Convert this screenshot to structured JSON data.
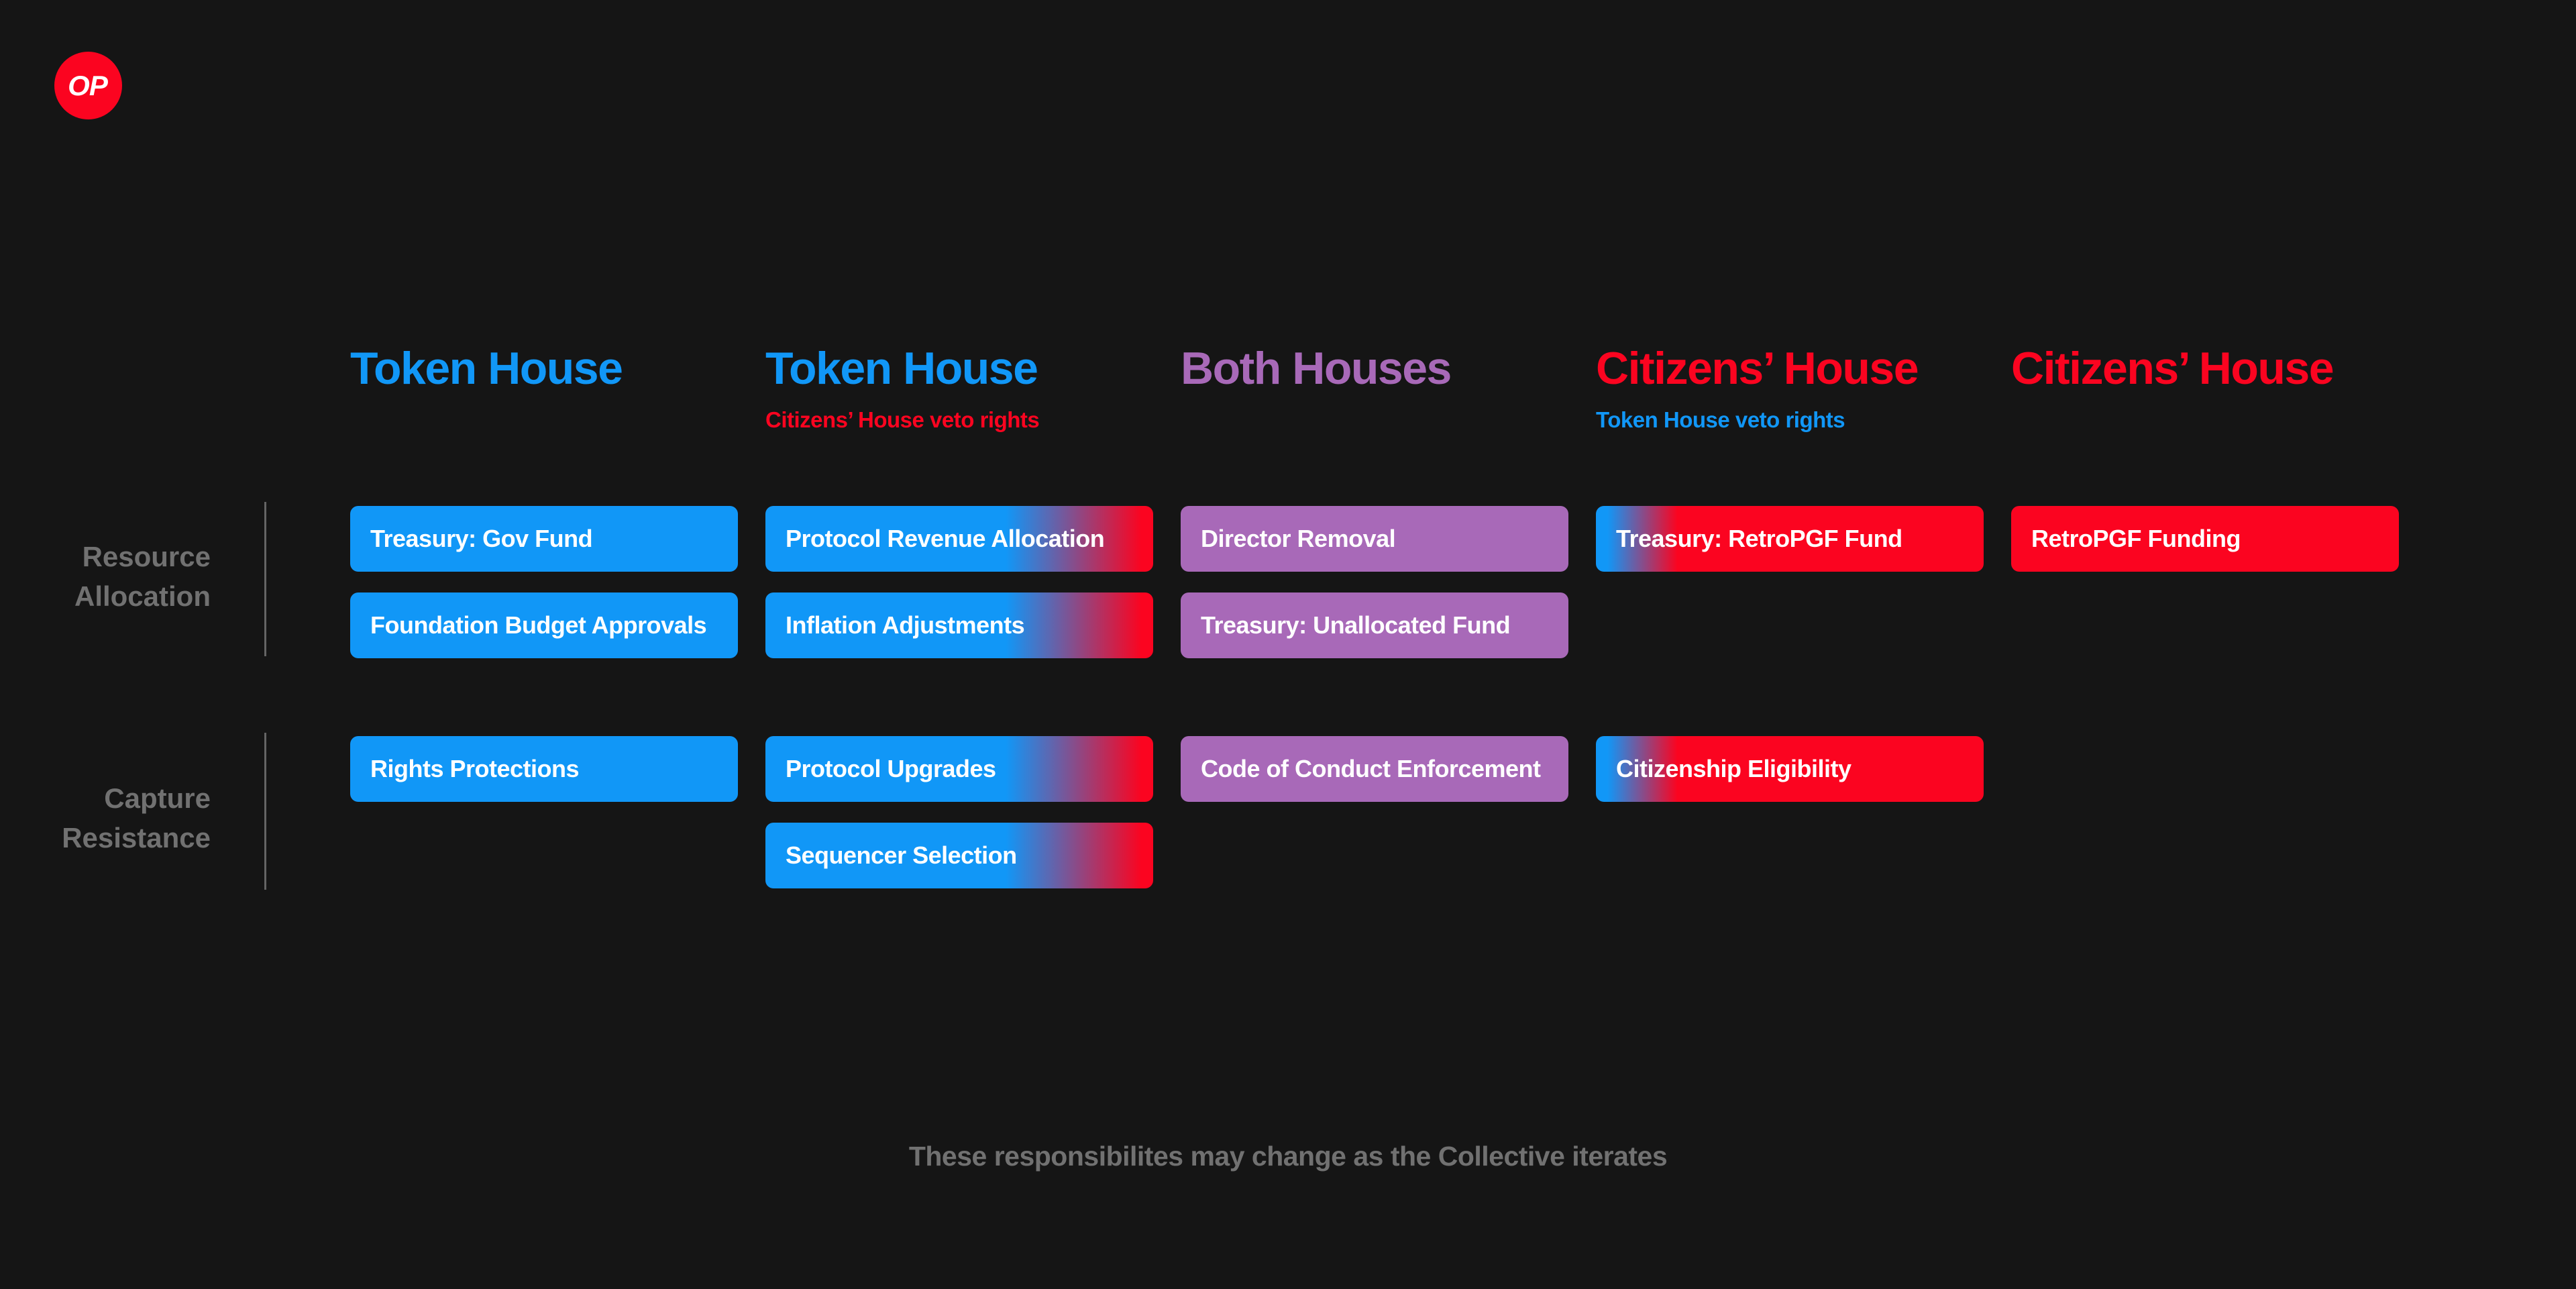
{
  "logo": {
    "label": "OP"
  },
  "colors": {
    "background": "#151515",
    "blue": "#1197f7",
    "red": "#fb0420",
    "purple": "#a869b8",
    "label_gray": "#717171",
    "line_gray": "#646464",
    "pill_text": "#ffffff"
  },
  "header": {
    "columns": [
      {
        "title": "Token House",
        "subtitle": ""
      },
      {
        "title": "Token House",
        "subtitle": "Citizens’ House veto rights"
      },
      {
        "title": "Both Houses",
        "subtitle": ""
      },
      {
        "title": "Citizens’ House",
        "subtitle": "Token House veto rights"
      },
      {
        "title": "Citizens’ House",
        "subtitle": ""
      }
    ]
  },
  "row_labels": [
    {
      "line1": "Resource",
      "line2": "Allocation"
    },
    {
      "line1": "Capture",
      "line2": "Resistance"
    }
  ],
  "pills": {
    "resource_allocation": {
      "col1": [
        "Treasury: Gov Fund",
        "Foundation Budget Approvals"
      ],
      "col2": [
        "Protocol Revenue Allocation",
        "Inflation Adjustments"
      ],
      "col3": [
        "Director Removal",
        "Treasury: Unallocated Fund"
      ],
      "col4": [
        "Treasury: RetroPGF Fund"
      ],
      "col5": [
        "RetroPGF Funding"
      ]
    },
    "capture_resistance": {
      "col1": [
        "Rights Protections"
      ],
      "col2": [
        "Protocol Upgrades",
        "Sequencer Selection"
      ],
      "col3": [
        "Code of Conduct Enforcement"
      ],
      "col4": [
        "Citizenship Eligibility"
      ],
      "col5": []
    }
  },
  "footer": {
    "note": "These responsibilites may change as the Collective iterates"
  }
}
